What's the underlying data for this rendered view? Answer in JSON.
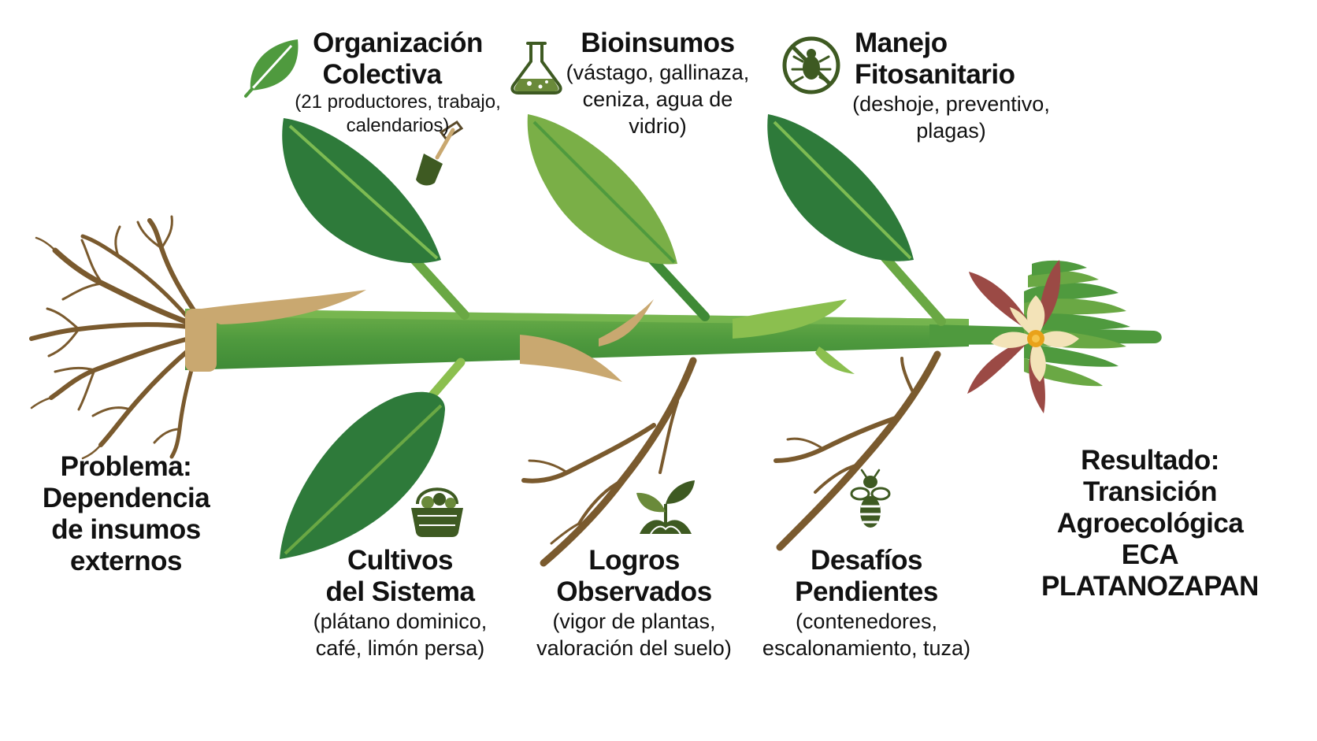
{
  "problem": {
    "lines": [
      "Problema:",
      "Dependencia",
      "de insumos",
      "externos"
    ]
  },
  "result": {
    "lines": [
      "Resultado:",
      "Transición",
      "Agroecológica",
      "ECA PLATANOZAPAN"
    ]
  },
  "top_branches": [
    {
      "title_lines": [
        "Organización",
        "Colectiva"
      ],
      "detail_lines": [
        "(21 productores, trabajo,",
        "calendarios)"
      ],
      "icon": "leaf-icon",
      "secondary_icon": "shovel-icon"
    },
    {
      "title_lines": [
        "Bioinsumos"
      ],
      "detail_lines": [
        "(vástago, gallinaza,",
        "ceniza, agua de",
        "vidrio)"
      ],
      "icon": "flask-icon"
    },
    {
      "title_lines": [
        "Manejo",
        "Fitosanitario"
      ],
      "detail_lines": [
        "(deshoje, preventivo,",
        "plagas)"
      ],
      "icon": "no-pests-icon"
    }
  ],
  "bottom_branches": [
    {
      "title_lines": [
        "Cultivos",
        "del Sistema"
      ],
      "detail_lines": [
        "(plátano dominico,",
        "café, limón persa)"
      ],
      "icon": "basket-icon"
    },
    {
      "title_lines": [
        "Logros",
        "Observados"
      ],
      "detail_lines": [
        "(vigor de plantas,",
        "valoración del suelo)"
      ],
      "icon": "sprout-icon"
    },
    {
      "title_lines": [
        "Desafíos",
        "Pendientes"
      ],
      "detail_lines": [
        "(contenedores,",
        "escalonamiento, tuza)"
      ],
      "icon": "bee-icon"
    }
  ],
  "colors": {
    "dark_green": "#2e7a3a",
    "mid_green": "#4f9a3e",
    "light_green": "#8bbf4f",
    "sheath_tan": "#c9a870",
    "root_brown": "#7a5a2e",
    "icon_green": "#3e5a22",
    "flower_red": "#9b4a45",
    "flower_cream": "#f3e3b8",
    "flower_center": "#e9a21a"
  }
}
